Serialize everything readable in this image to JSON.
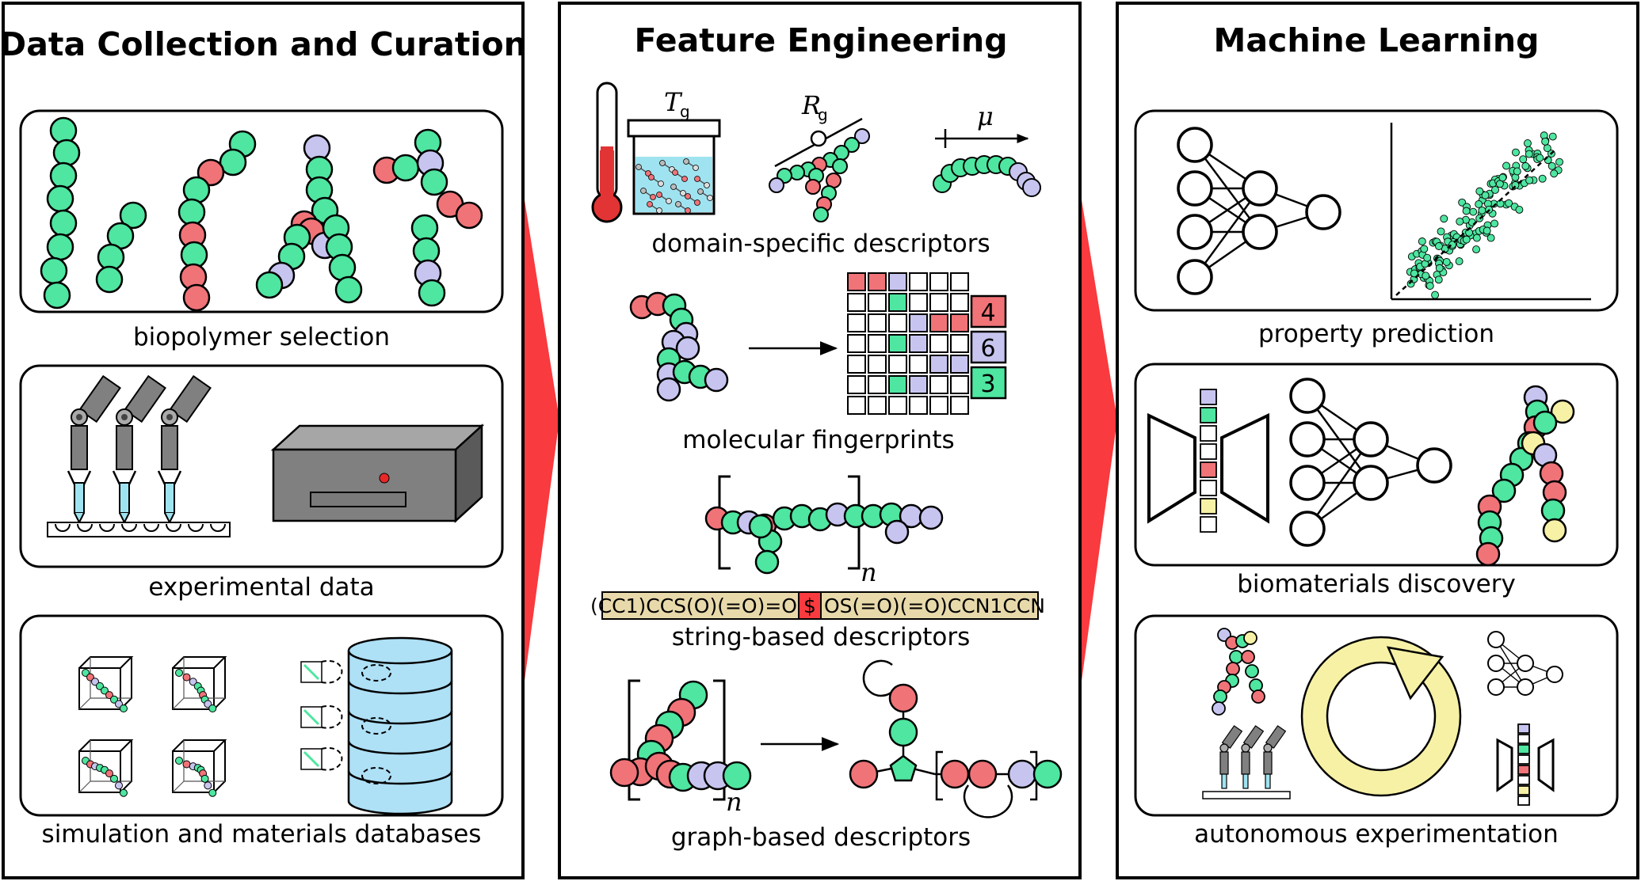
{
  "colors": {
    "green": "#4ee6a0",
    "red": "#f07378",
    "purple": "#c7c5f0",
    "yellow": "#f7f1a6",
    "arrow_red": "#f93a3e",
    "string_bg": "#e8d9ab",
    "thermo_red": "#e23434",
    "water_blue": "#9fe3f0",
    "db_blue": "#aee0f6",
    "device_gray": "#808080"
  },
  "panels": {
    "left": {
      "title": "Data Collection and Curation",
      "sub1": "biopolymer selection",
      "sub2": "experimental data",
      "sub3": "simulation and materials databases"
    },
    "middle": {
      "title": "Feature Engineering",
      "sub1": "domain-specific descriptors",
      "sub2": "molecular fingerprints",
      "sub3": "string-based descriptors",
      "sub4": "graph-based descriptors",
      "symbols": {
        "tg": "T",
        "tg_sub": "g",
        "rg": "R",
        "rg_sub": "g",
        "mu": "μ",
        "n1": "n",
        "n2": "n"
      },
      "fingerprint_counts": [
        "4",
        "6",
        "3"
      ],
      "string_left": "(CC1)CCS(O)(=O)=O",
      "string_mid": "$",
      "string_right": "OS(=O)(=O)CCN1CCN"
    },
    "right": {
      "title": "Machine Learning",
      "sub1": "property prediction",
      "sub2": "biomaterials discovery",
      "sub3": "autonomous experimentation"
    }
  }
}
